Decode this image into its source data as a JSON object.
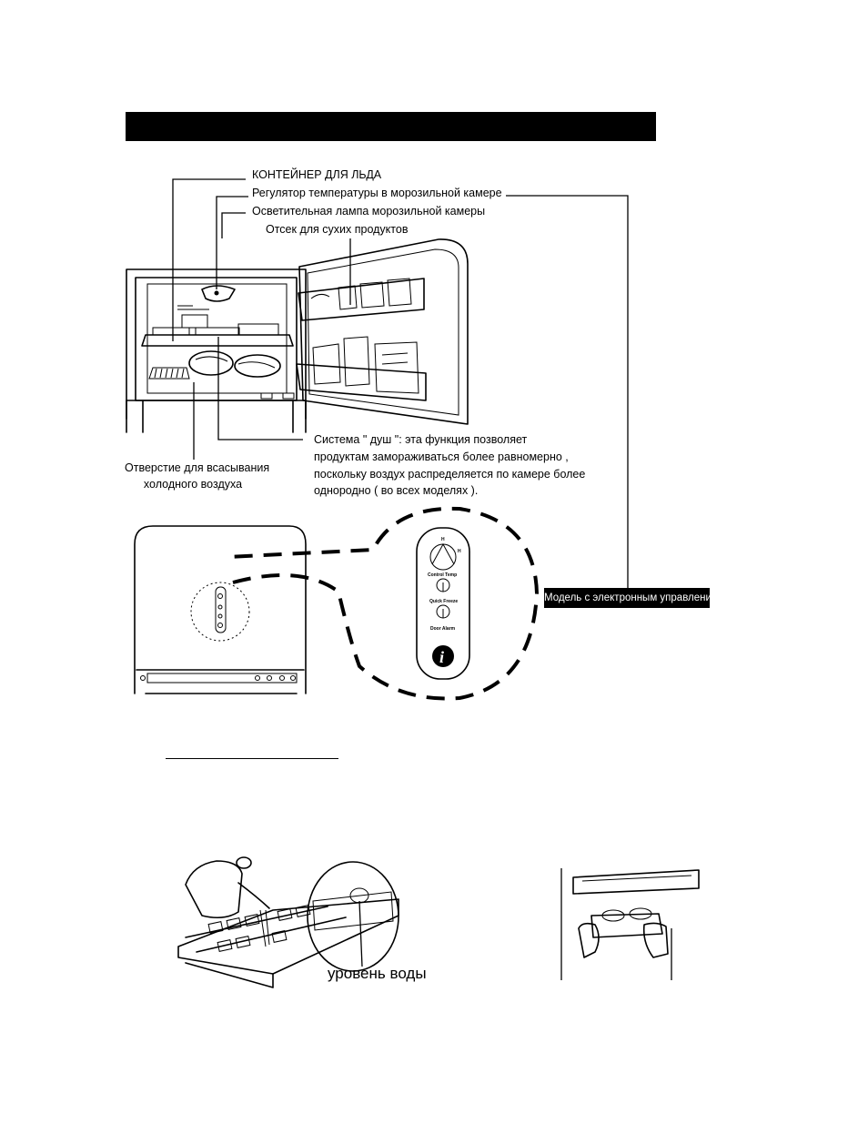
{
  "labels": {
    "ice_container": "КОНТЕЙНЕР ДЛЯ ЛЬДА",
    "freezer_temp_regulator": "Регулятор температуры в морозильной камере",
    "freezer_lamp": "Осветительная лампа морозильной камеры",
    "dry_food_compartment": "Отсек для сухих продуктов",
    "shower_system": [
      "Система \" душ \": эта функция позволяет",
      "продуктам замораживаться более равномерно ,",
      "поскольку воздух распределяется по камере более",
      "однородно ( во всех моделях )."
    ],
    "cold_air_intake": [
      "Отверстие для всасывания",
      "холодного воздуха"
    ],
    "electronic_model": "Модель с электронным управлением",
    "water_level": "уровень воды"
  },
  "control_panel": {
    "top_mark": "H",
    "side_mark": "H",
    "control_temp": "Control Temp",
    "quick_freeze": "Quick Freeze",
    "door_alarm": "Door Alarm",
    "info_symbol": "i"
  }
}
